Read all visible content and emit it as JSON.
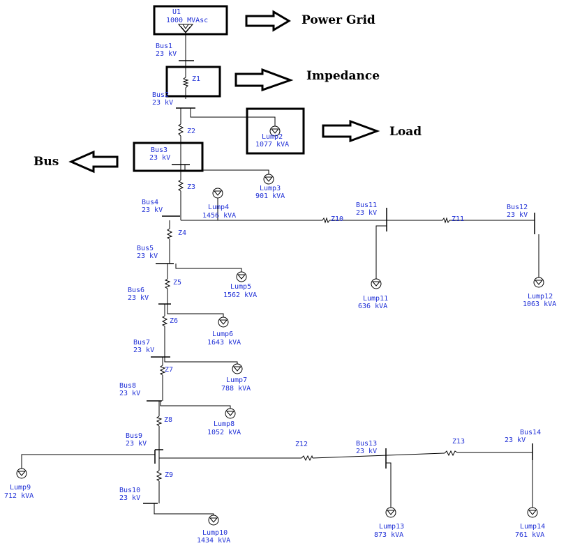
{
  "annotations": {
    "power_grid": "Power Grid",
    "impedance": "Impedance",
    "load": "Load",
    "bus": "Bus"
  },
  "source": {
    "name": "U1",
    "rating": "1000 MVAsc"
  },
  "buses": [
    {
      "name": "Bus1",
      "voltage": "23 kV"
    },
    {
      "name": "Bus2",
      "voltage": "23 kV"
    },
    {
      "name": "Bus3",
      "voltage": "23 kV"
    },
    {
      "name": "Bus4",
      "voltage": "23 kV"
    },
    {
      "name": "Bus5",
      "voltage": "23 kV"
    },
    {
      "name": "Bus6",
      "voltage": "23 kV"
    },
    {
      "name": "Bus7",
      "voltage": "23 kV"
    },
    {
      "name": "Bus8",
      "voltage": "23 kV"
    },
    {
      "name": "Bus9",
      "voltage": "23 kV"
    },
    {
      "name": "Bus10",
      "voltage": "23 kV"
    },
    {
      "name": "Bus11",
      "voltage": "23 kV"
    },
    {
      "name": "Bus12",
      "voltage": "23 kV"
    },
    {
      "name": "Bus13",
      "voltage": "23 kV"
    },
    {
      "name": "Bus14",
      "voltage": "23 kV"
    }
  ],
  "impedances": [
    "Z1",
    "Z2",
    "Z3",
    "Z4",
    "Z5",
    "Z6",
    "Z7",
    "Z8",
    "Z9",
    "Z10",
    "Z11",
    "Z12",
    "Z13"
  ],
  "loads": [
    {
      "name": "Lump2",
      "rating": "1077 kVA"
    },
    {
      "name": "Lump3",
      "rating": "901 kVA"
    },
    {
      "name": "Lump4",
      "rating": "1456 kVA"
    },
    {
      "name": "Lump5",
      "rating": "1562 kVA"
    },
    {
      "name": "Lump6",
      "rating": "1643 kVA"
    },
    {
      "name": "Lump7",
      "rating": "788 kVA"
    },
    {
      "name": "Lump8",
      "rating": "1052 kVA"
    },
    {
      "name": "Lump9",
      "rating": "712 kVA"
    },
    {
      "name": "Lump10",
      "rating": "1434 kVA"
    },
    {
      "name": "Lump11",
      "rating": "636 kVA"
    },
    {
      "name": "Lump12",
      "rating": "1063 kVA"
    },
    {
      "name": "Lump13",
      "rating": "873 kVA"
    },
    {
      "name": "Lump14",
      "rating": "761 kVA"
    }
  ]
}
